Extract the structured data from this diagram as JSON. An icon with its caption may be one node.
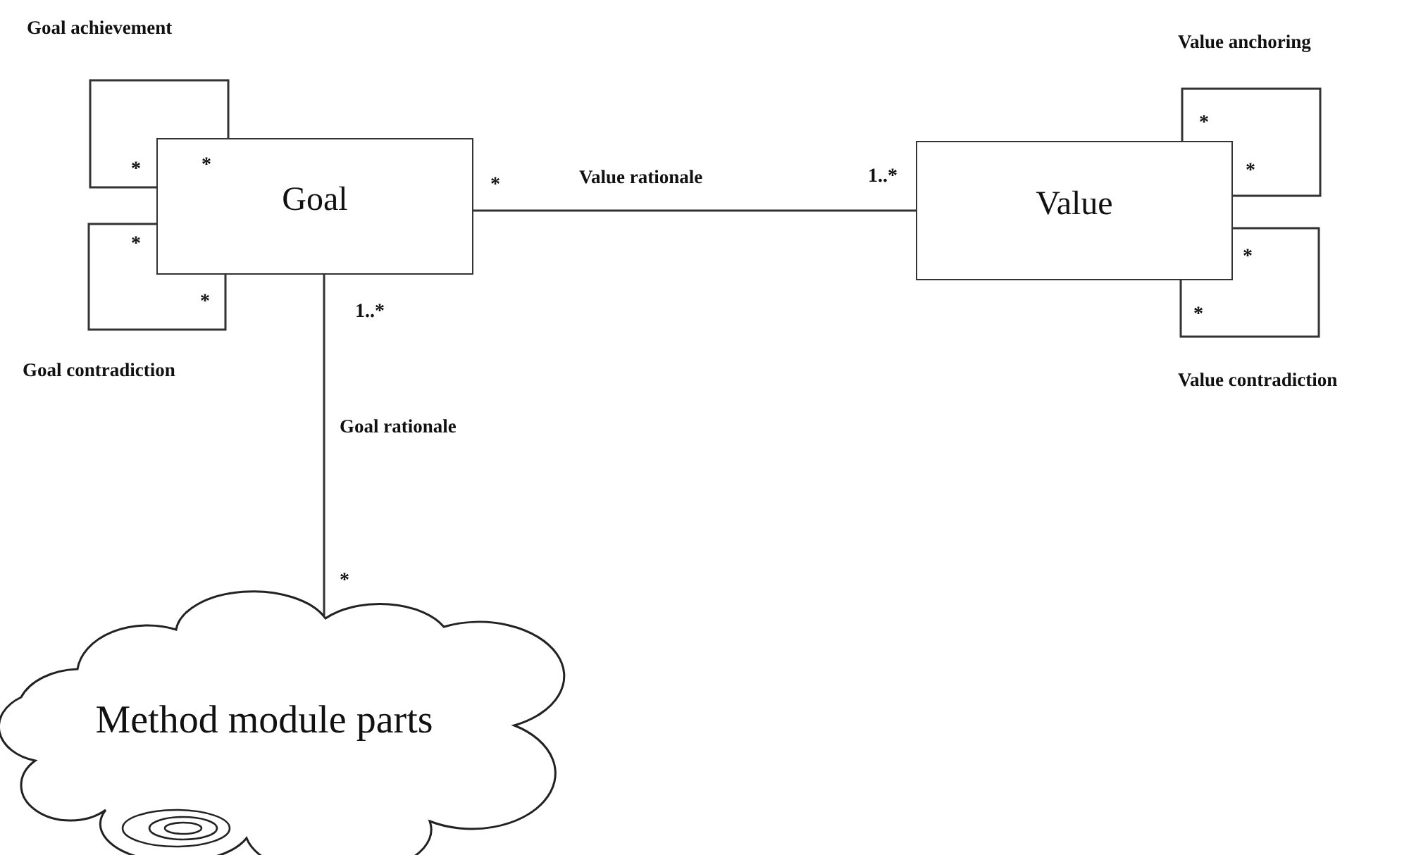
{
  "diagram": {
    "nodes": [
      {
        "text": [
          "Goal"
        ]
      },
      {
        "text": [
          "Value"
        ]
      },
      {
        "text": [
          "Method module parts"
        ]
      }
    ],
    "edges": [
      {
        "from": 0,
        "to": 0,
        "arrow": "none",
        "label": "Goal achievement"
      },
      {
        "from": 0,
        "to": 1,
        "arrow": "none",
        "label": "Value rationale"
      },
      {
        "from": 1,
        "to": 1,
        "arrow": "none",
        "label": "Value anchoring"
      },
      {
        "from": 0,
        "to": 0,
        "arrow": "none",
        "label": "Goal contradiction"
      },
      {
        "from": 1,
        "to": 1,
        "arrow": "none",
        "label": "Value contradiction"
      },
      {
        "from": 0,
        "to": 2,
        "arrow": "none",
        "label": "Goal rationale"
      }
    ],
    "labels": [
      "*",
      "*",
      "*",
      "1..*",
      "*",
      "*",
      "*",
      "*",
      "*",
      "*",
      "1..*",
      "*"
    ]
  }
}
